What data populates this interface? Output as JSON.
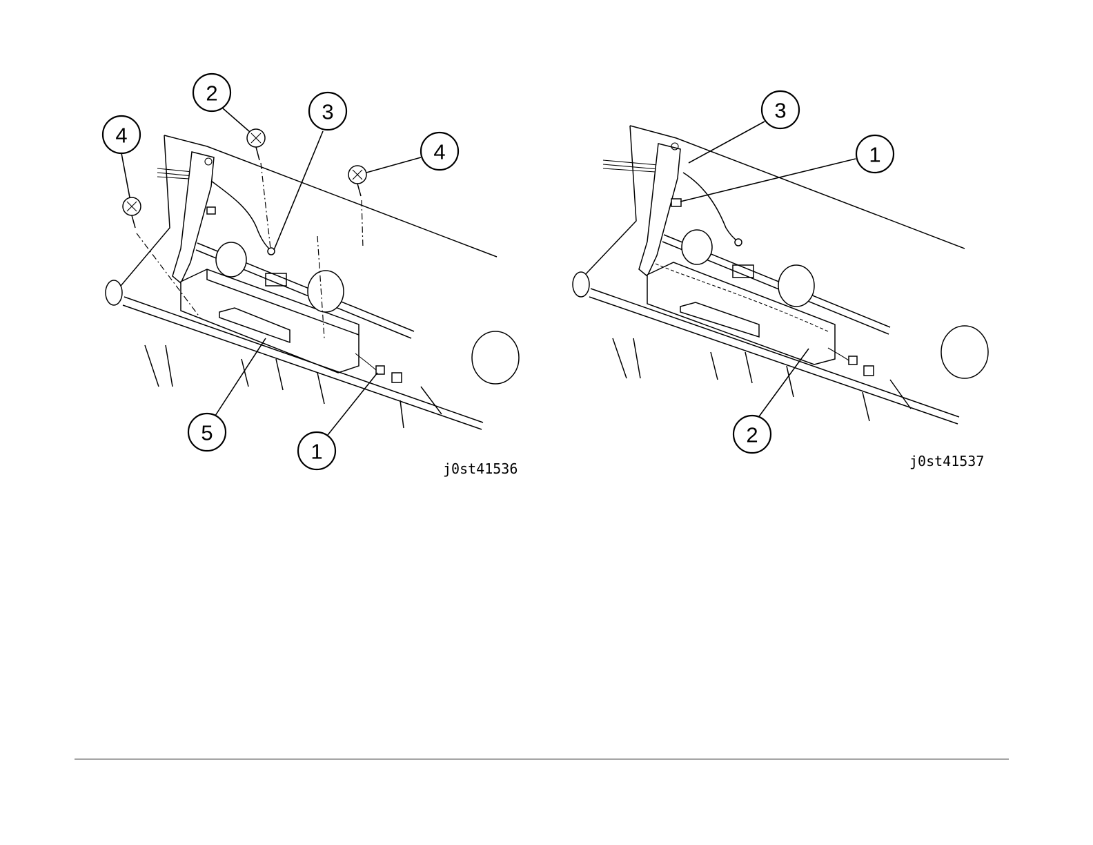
{
  "figures": [
    {
      "id_label": "j0st41536",
      "callouts": [
        "2",
        "3",
        "4",
        "4",
        "5",
        "1"
      ]
    },
    {
      "id_label": "j0st41537",
      "callouts": [
        "3",
        "1",
        "2"
      ]
    }
  ]
}
